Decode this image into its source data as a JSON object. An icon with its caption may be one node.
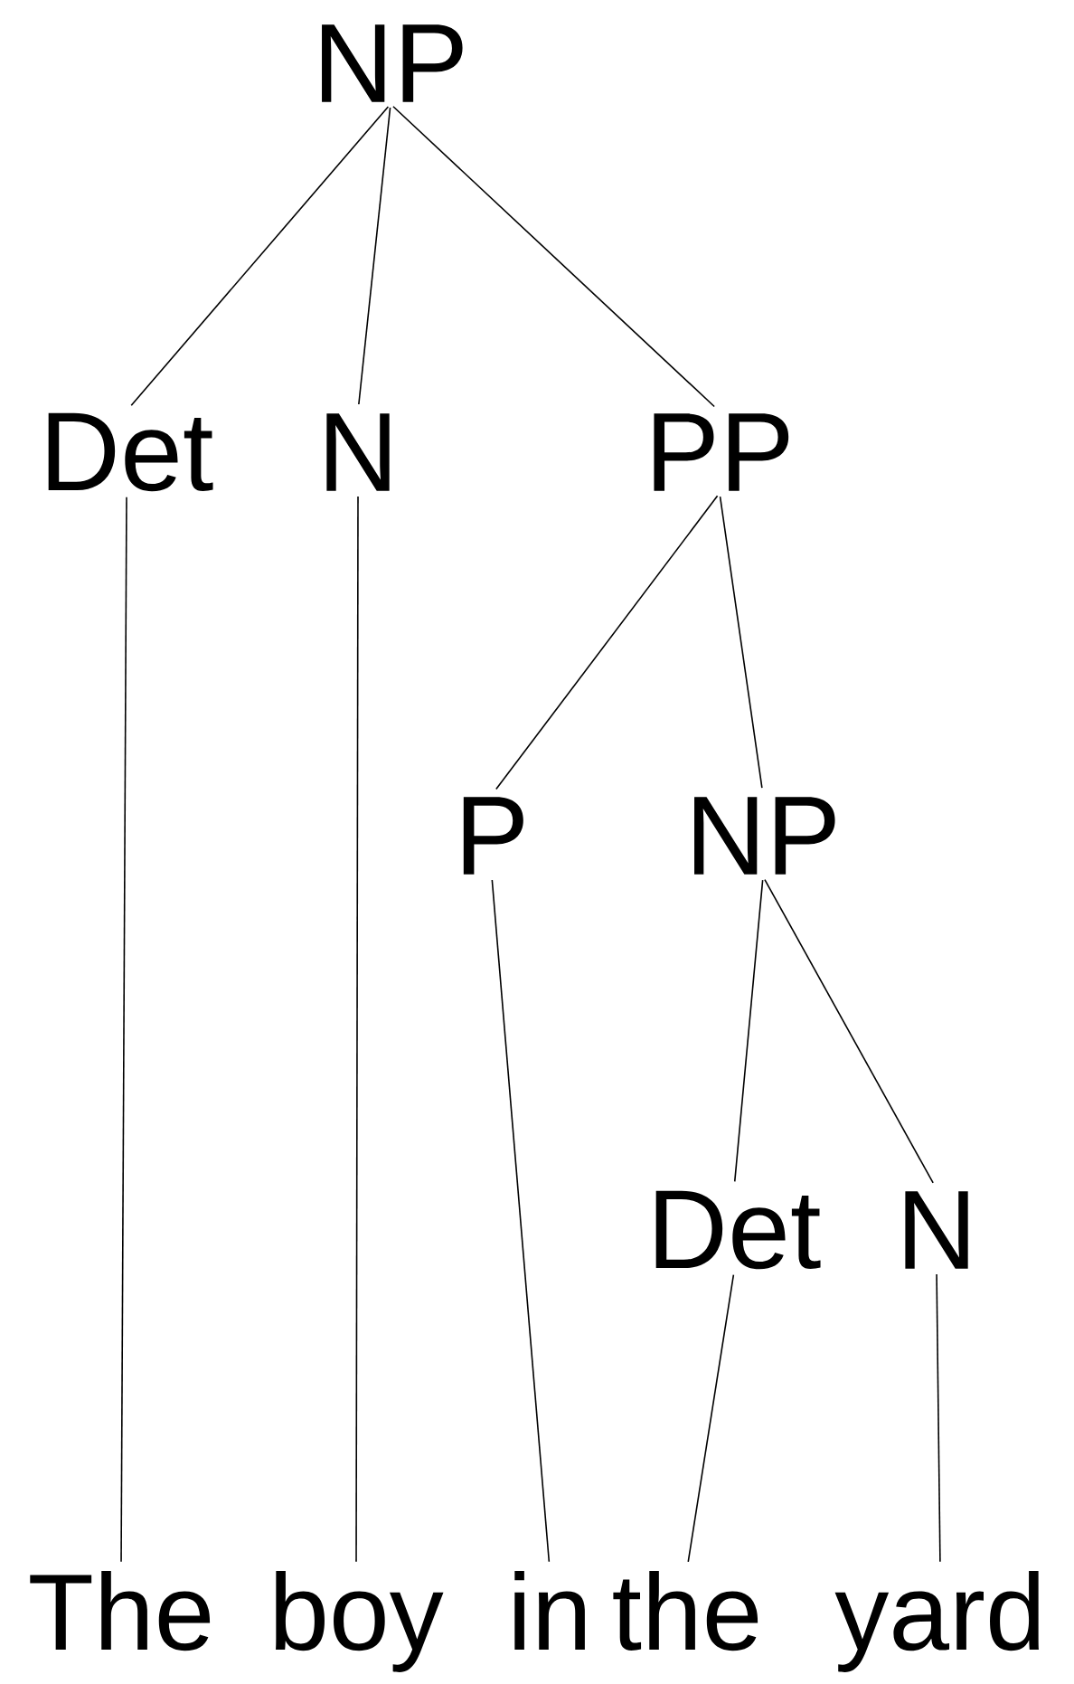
{
  "diagram": {
    "nodes": [
      {
        "text": [
          "NP"
        ]
      },
      {
        "text": [
          "Det"
        ]
      },
      {
        "text": [
          "N"
        ]
      },
      {
        "text": [
          "PP"
        ]
      },
      {
        "text": [
          "P"
        ]
      },
      {
        "text": [
          "NP"
        ]
      },
      {
        "text": [
          "Det"
        ]
      },
      {
        "text": [
          "N"
        ]
      },
      {
        "text": [
          "The"
        ]
      },
      {
        "text": [
          "boy"
        ]
      },
      {
        "text": [
          "in"
        ]
      },
      {
        "text": [
          "the"
        ]
      },
      {
        "text": [
          "yard"
        ]
      }
    ],
    "edges": [
      {
        "from": 0,
        "to": 1,
        "arrow": "none"
      },
      {
        "from": 0,
        "to": 2,
        "arrow": "none"
      },
      {
        "from": 0,
        "to": 3,
        "arrow": "none"
      },
      {
        "from": 3,
        "to": 4,
        "arrow": "none"
      },
      {
        "from": 3,
        "to": 5,
        "arrow": "none"
      },
      {
        "from": 5,
        "to": 6,
        "arrow": "none"
      },
      {
        "from": 5,
        "to": 7,
        "arrow": "none"
      },
      {
        "from": 1,
        "to": 8,
        "arrow": "none"
      },
      {
        "from": 2,
        "to": 9,
        "arrow": "none"
      },
      {
        "from": 4,
        "to": 10,
        "arrow": "none"
      },
      {
        "from": 6,
        "to": 11,
        "arrow": "none"
      },
      {
        "from": 7,
        "to": 12,
        "arrow": "none"
      }
    ]
  }
}
